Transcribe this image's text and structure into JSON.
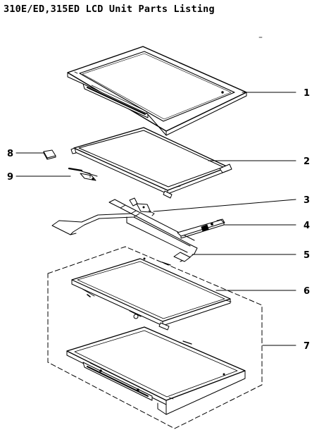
{
  "title": "310E/ED,315ED LCD Unit Parts Listing",
  "callouts": [
    {
      "id": "1",
      "label": "1"
    },
    {
      "id": "2",
      "label": "2"
    },
    {
      "id": "3",
      "label": "3"
    },
    {
      "id": "4",
      "label": "4"
    },
    {
      "id": "5",
      "label": "5"
    },
    {
      "id": "6",
      "label": "6"
    },
    {
      "id": "7",
      "label": "7"
    },
    {
      "id": "8",
      "label": "8"
    },
    {
      "id": "9",
      "label": "9"
    }
  ],
  "colors": {
    "line": "#000000",
    "fill": "#ffffff"
  }
}
